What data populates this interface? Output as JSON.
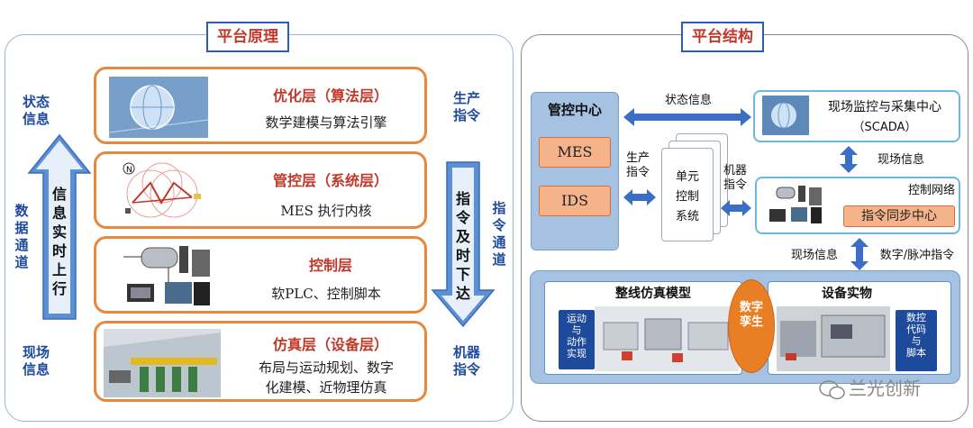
{
  "left": {
    "title": "平台原理",
    "layers": [
      {
        "name": "优化层（算法层）",
        "desc": [
          "数学建模与算法引擎"
        ]
      },
      {
        "name": "管控层（系统层）",
        "desc": [
          "MES 执行内核"
        ]
      },
      {
        "name": "控制层",
        "desc": [
          "软PLC、控制脚本"
        ]
      },
      {
        "name": "仿真层（设备层）",
        "desc": [
          "布局与运动规划、数字",
          "化建模、近物理仿真"
        ]
      }
    ],
    "left_labels": {
      "top": "状态\n信息",
      "middle": "数据\n通道",
      "bottom": "现场\n信息"
    },
    "up_arrow_text": "信息实时上行",
    "right_labels": {
      "top": "生产\n指令",
      "middle": "指令\n通道",
      "bottom": "机器\n指令"
    },
    "down_arrow_text": "指令及时下达"
  },
  "right": {
    "title": "平台结构",
    "control_center": {
      "title": "管控中心",
      "items": [
        "MES",
        "IDS"
      ]
    },
    "state_info": "状态信息",
    "scada": {
      "line1": "现场监控与采集中心",
      "line2": "（SCADA）"
    },
    "production_cmd": "生产\n指令",
    "unit": "单元\n控制\n系统",
    "machine_cmd": "机器\n指令",
    "field_info_1": "现场信息",
    "control_network": {
      "title": "控制网络",
      "sync": "指令同步中心"
    },
    "field_info_2": "现场信息",
    "digital_pulse": "数字/脉冲指令",
    "sim_model": "整线仿真模型",
    "motion": "运动\n与\n动作\n实现",
    "twin": "数字\n孪生",
    "physical": "设备实物",
    "nc": "数控\n代码\n与\n脚本"
  },
  "watermark": "兰光创新",
  "colors": {
    "orange_border": "#e8883c",
    "title_red": "#c0392b",
    "arrow_blue": "#5b8fd6",
    "navy": "#1e4a9c"
  }
}
